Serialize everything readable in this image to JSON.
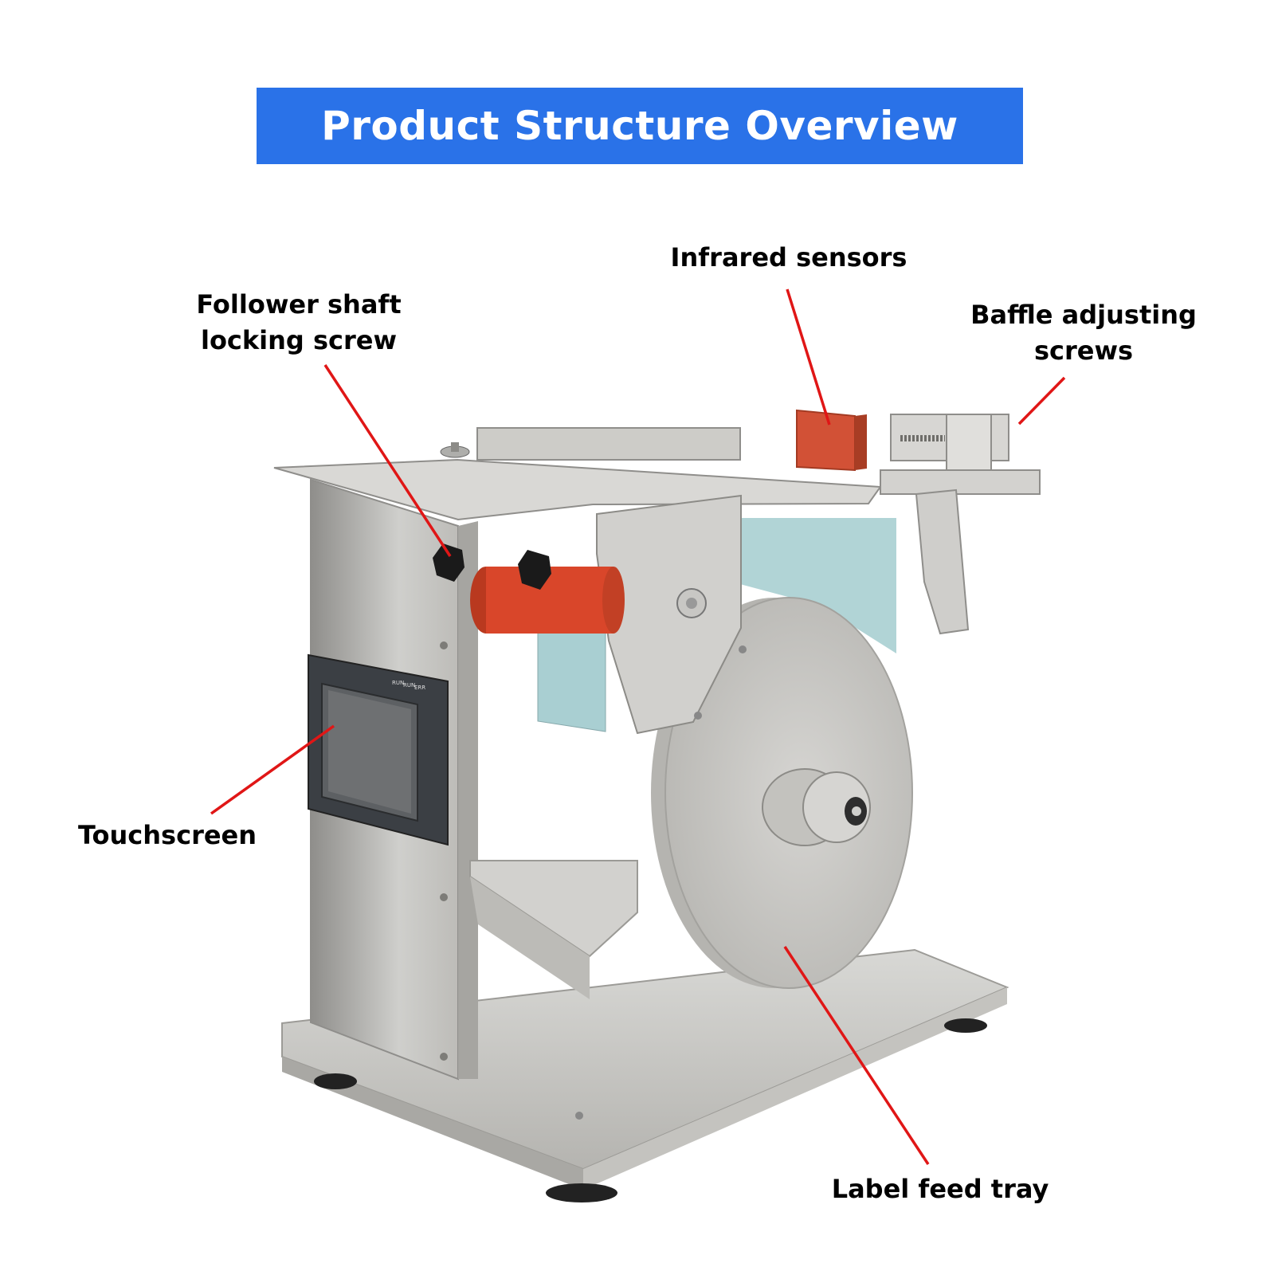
{
  "title": "Product Structure Overview",
  "colors": {
    "banner": "#2a72e8",
    "leader": "#e01616",
    "steel": "#c9c9c7",
    "roller": "#d9462a",
    "label_tape": "#a9cfd2"
  },
  "callouts": [
    {
      "id": "infrared",
      "lines": [
        "Infrared sensors"
      ]
    },
    {
      "id": "follower",
      "lines": [
        "Follower shaft",
        "locking screw"
      ]
    },
    {
      "id": "baffle",
      "lines": [
        "Baffle adjusting",
        "screws"
      ]
    },
    {
      "id": "touchscreen",
      "lines": [
        "Touchscreen"
      ]
    },
    {
      "id": "tray",
      "lines": [
        "Label feed tray"
      ]
    }
  ],
  "screen_leds": [
    "RUN",
    "RUN",
    "ERR"
  ]
}
